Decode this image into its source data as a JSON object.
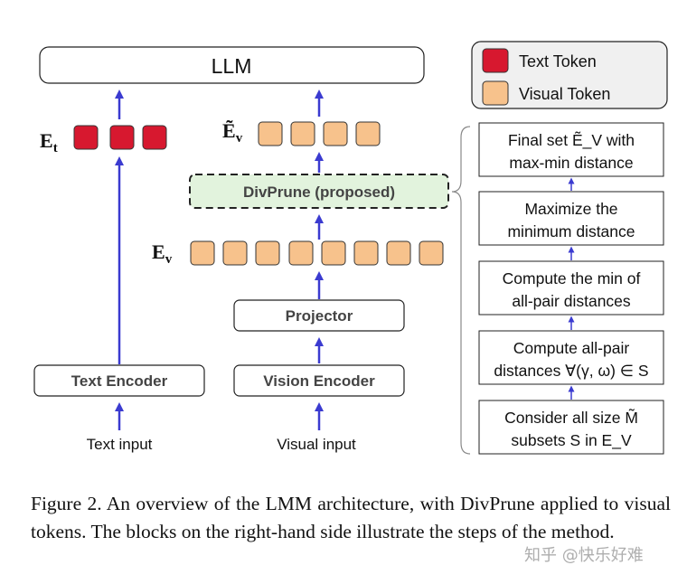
{
  "llm": {
    "label": "LLM"
  },
  "legend": {
    "text_token": "Text Token",
    "visual_token": "Visual Token"
  },
  "labels": {
    "et_main": "E",
    "et_sub": "t",
    "ev_tilde_main": "Ẽ",
    "ev_tilde_sub": "v",
    "ev_main": "E",
    "ev_sub": "v"
  },
  "divprune": {
    "label": "DivPrune (proposed)"
  },
  "projector": {
    "label": "Projector"
  },
  "text_encoder": {
    "label": "Text Encoder"
  },
  "vision_encoder": {
    "label": "Vision Encoder"
  },
  "inputs": {
    "text": "Text input",
    "visual": "Visual input"
  },
  "steps": [
    {
      "line1": "Final set Ẽ_V with",
      "line2": "max-min distance"
    },
    {
      "line1": "Maximize the",
      "line2": "minimum distance"
    },
    {
      "line1": "Compute the min of",
      "line2": "all-pair distances"
    },
    {
      "line1": "Compute all-pair",
      "line2": "distances ∀(γ, ω) ∈ S"
    },
    {
      "line1": "Consider all size M̃",
      "line2": "subsets S in E_V"
    }
  ],
  "caption": "Figure 2. An overview of the LMM architecture, with DivPrune applied to visual tokens. The blocks on the right-hand side illustrate the steps of the method.",
  "watermark": "知乎 @快乐好难",
  "colors": {
    "text_token": "#d7182f",
    "visual_token": "#f7c28c",
    "arrow": "#3b3bd0",
    "divprune_fill": "#e2f3dd"
  }
}
